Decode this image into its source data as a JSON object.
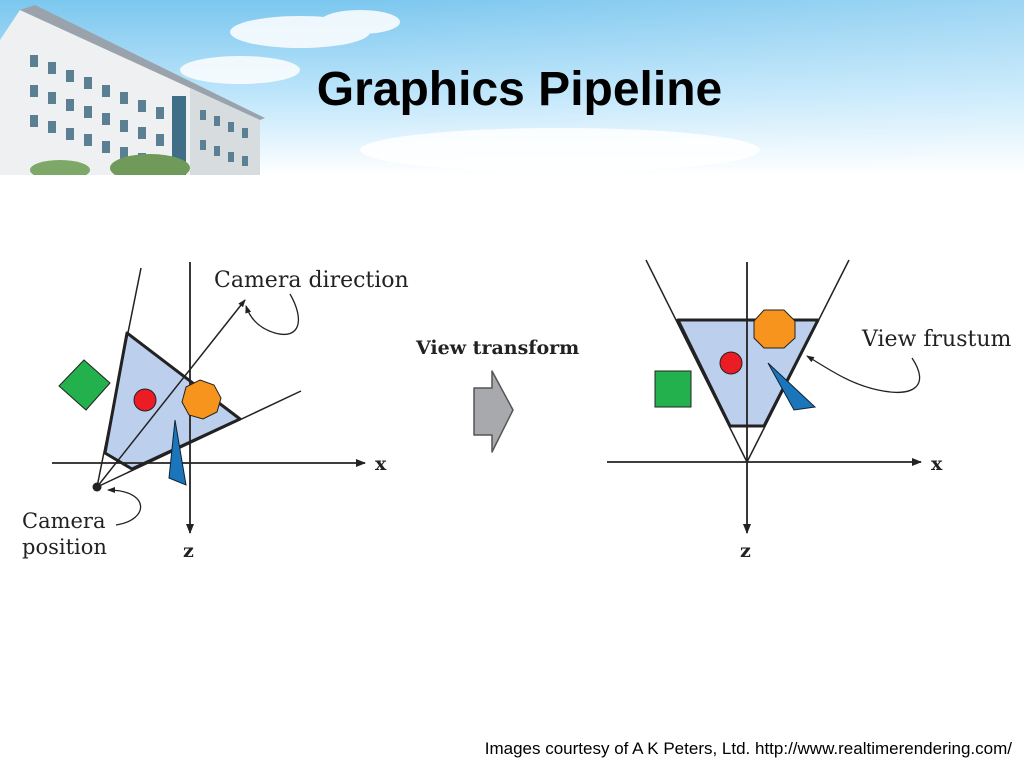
{
  "slide": {
    "title": "Graphics Pipeline",
    "caption": "Images courtesy of A K Peters, Ltd. http://www.realtimerendering.com/"
  },
  "diagram": {
    "left_panel": {
      "camera_direction_label": "Camera direction",
      "camera_position_label_line1": "Camera",
      "camera_position_label_line2": "position",
      "x_axis_label": "x",
      "z_axis_label": "z"
    },
    "transform_label": "View transform",
    "right_panel": {
      "view_frustum_label": "View frustum",
      "x_axis_label": "x",
      "z_axis_label": "z"
    }
  },
  "colors": {
    "frustum_fill": "#bcd0ee",
    "square": "#22b14c",
    "circle": "#ec1c24",
    "octagon": "#f7941d",
    "cone": "#1b75bb",
    "arrow": "#a7a9ac",
    "sky": "#bfe6fb"
  }
}
